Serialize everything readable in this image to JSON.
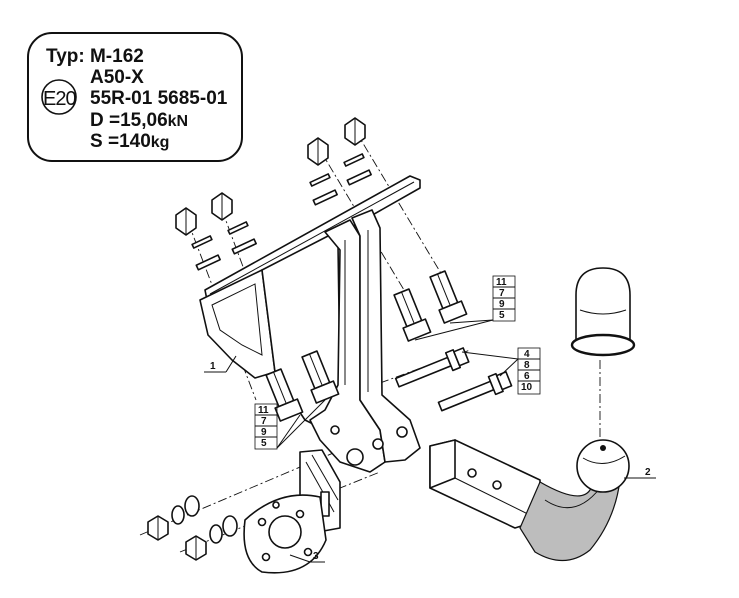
{
  "plate": {
    "type_label": "Typ:",
    "type_value": "M-162",
    "approval_code": "A50-X",
    "e_mark": "E20",
    "reg_1": "55R-01",
    "reg_2": "5685-01",
    "d_label": "D =",
    "d_value": "15,06",
    "d_unit": "kN",
    "s_label": "S =",
    "s_value": "140",
    "s_unit": "kg"
  },
  "callouts": {
    "part_1": "1",
    "part_2": "2",
    "part_3": "3",
    "upper_stack": [
      "11",
      "7",
      "9",
      "5"
    ],
    "bolt_stack": [
      "4",
      "8",
      "6",
      "10"
    ],
    "lower_stack": [
      "11",
      "7",
      "9",
      "5"
    ]
  }
}
